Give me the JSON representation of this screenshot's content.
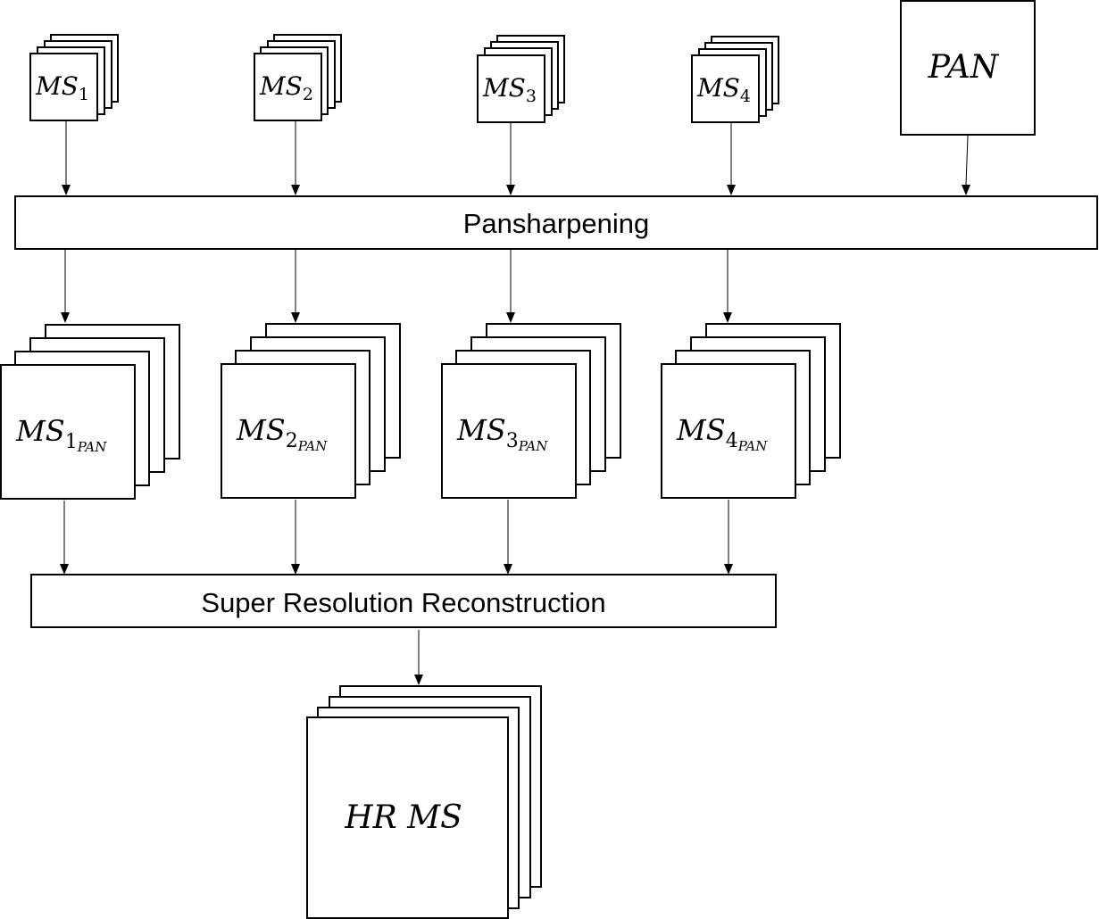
{
  "inputs": {
    "ms": [
      {
        "base": "MS",
        "sub": "1"
      },
      {
        "base": "MS",
        "sub": "2"
      },
      {
        "base": "MS",
        "sub": "3"
      },
      {
        "base": "MS",
        "sub": "4"
      }
    ],
    "pan": "PAN"
  },
  "stages": {
    "pansharpening": "Pansharpening",
    "super_resolution": "Super Resolution Reconstruction"
  },
  "pansharpened": [
    {
      "base": "MS",
      "sub": "1",
      "subsub": "PAN"
    },
    {
      "base": "MS",
      "sub": "2",
      "subsub": "PAN"
    },
    {
      "base": "MS",
      "sub": "3",
      "subsub": "PAN"
    },
    {
      "base": "MS",
      "sub": "4",
      "subsub": "PAN"
    }
  ],
  "output": "HR MS"
}
